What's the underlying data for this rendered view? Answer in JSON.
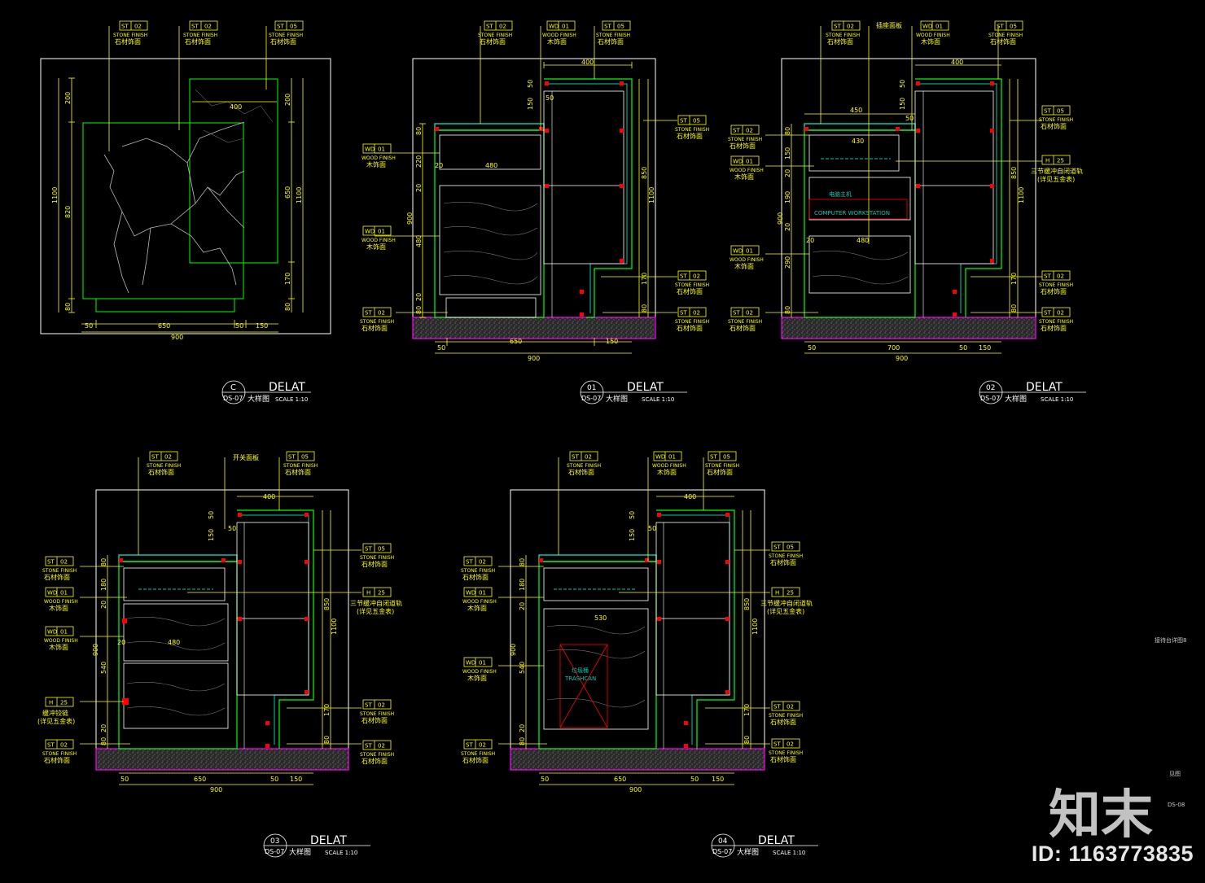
{
  "tags": {
    "st02": {
      "code": "ST",
      "num": "02",
      "en": "STONE FINISH",
      "cn": "石材饰面"
    },
    "st05": {
      "code": "ST",
      "num": "05",
      "en": "STONE FINISH",
      "cn": "石材饰面"
    },
    "wd01": {
      "code": "WD",
      "num": "01",
      "en": "WOOD FINISH",
      "cn": "木饰面"
    },
    "h25": {
      "code": "H",
      "num": "25"
    }
  },
  "notes": {
    "rail": "三节缓冲自闭道轨",
    "hw": "(详见五金表)",
    "hinge": "缓冲铰链",
    "socket": "插座面板",
    "switch": "开关面板",
    "cpu_cn": "电脑主机",
    "cpu_en": "COMPUTER WORKSTATION",
    "trash_cn": "垃圾桶",
    "trash_en": "TRASHCAN"
  },
  "details": [
    {
      "id": "C",
      "sheet": "DS-07",
      "title": "DELAT",
      "cn": "大样图",
      "scale": "SCALE  1:10"
    },
    {
      "id": "01",
      "sheet": "DS-07",
      "title": "DELAT",
      "cn": "大样图",
      "scale": "SCALE  1:10"
    },
    {
      "id": "02",
      "sheet": "DS-07",
      "title": "DELAT",
      "cn": "大样图",
      "scale": "SCALE  1:10"
    },
    {
      "id": "03",
      "sheet": "DS-07",
      "title": "DELAT",
      "cn": "大样图",
      "scale": "SCALE  1:10"
    },
    {
      "id": "04",
      "sheet": "DS-07",
      "title": "DELAT",
      "cn": "大样图",
      "scale": "SCALE  1:10"
    }
  ],
  "dims": {
    "c": {
      "top": "400",
      "left_a": "200",
      "left_b": "820",
      "left_c": "80",
      "left_total": "1100",
      "right_a": "200",
      "right_b": "650",
      "right_c": "170",
      "right_d": "80",
      "right_total": "1100",
      "bot_a": "50",
      "bot_b": "650",
      "bot_c": "50",
      "bot_d": "150",
      "bot_total": "900"
    },
    "d1": {
      "top": "400",
      "v1": "50",
      "v2": "150",
      "v3": "50",
      "l1": "80",
      "l2": "220",
      "l3": "20",
      "l4": "480",
      "l5": "20",
      "l6": "80",
      "ltotal": "900",
      "inner": "480",
      "inner_b": "20",
      "r1": "850",
      "r2": "170",
      "r3": "80",
      "rtotal": "1100",
      "b1": "50",
      "b2": "650",
      "b3": "150",
      "btotal": "900"
    },
    "d2": {
      "top": "400",
      "top2": "450",
      "v1": "50",
      "v2": "150",
      "v3": "50",
      "l1": "80",
      "l2": "150",
      "l3": "20",
      "l4": "190",
      "l5": "20",
      "l6": "290",
      "l7": "80",
      "ltotal": "900",
      "inner": "430",
      "inner_b": "480",
      "inner_c": "20",
      "r1": "850",
      "r2": "170",
      "r3": "80",
      "rtotal": "1100",
      "b1": "50",
      "b2": "700",
      "b3": "50",
      "b4": "150",
      "btotal": "900"
    },
    "d3": {
      "top": "400",
      "v1": "50",
      "v2": "150",
      "v3": "50",
      "l1": "80",
      "l2": "180",
      "l3": "20",
      "l4": "540",
      "l5": "20",
      "l6": "80",
      "ltotal": "900",
      "inner": "480",
      "inner_b": "20",
      "r1": "850",
      "r2": "170",
      "r3": "80",
      "rtotal": "1100",
      "b1": "50",
      "b2": "650",
      "b3": "50",
      "b4": "150",
      "btotal": "900"
    },
    "d4": {
      "top": "400",
      "v1": "50",
      "v2": "150",
      "v3": "50",
      "l1": "80",
      "l2": "180",
      "l3": "20",
      "l4": "540",
      "l5": "20",
      "l6": "80",
      "ltotal": "900",
      "inner": "530",
      "r1": "850",
      "r2": "170",
      "r3": "80",
      "rtotal": "1100",
      "b1": "50",
      "b2": "650",
      "b3": "50",
      "b4": "150",
      "btotal": "900"
    }
  },
  "side": {
    "note1": "接待台详图8",
    "note2": "见图",
    "note3": "DS-08"
  },
  "watermark": {
    "logo": "知末",
    "id": "ID: 1163773835"
  },
  "colors": {
    "bg": "#000000",
    "dim": "#ffff00",
    "outline": "#ffffff",
    "green": "#00ff00",
    "teal": "#00c8b0",
    "red": "#ff0000",
    "magenta": "#ff00ff",
    "gray": "#8a8a8a"
  }
}
